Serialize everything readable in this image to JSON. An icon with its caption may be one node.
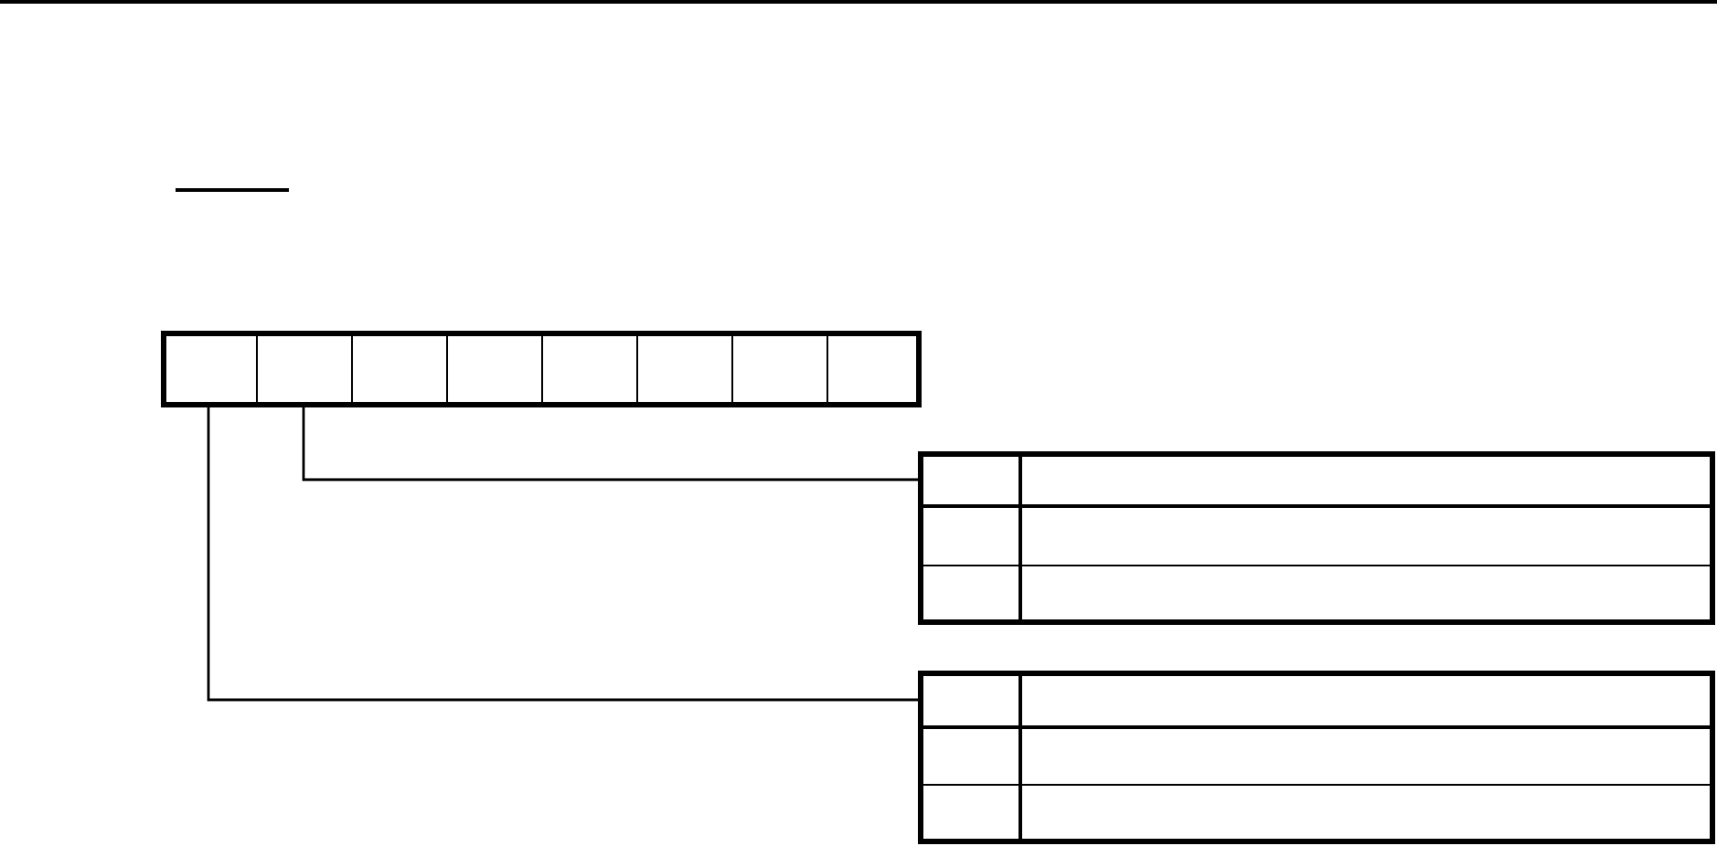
{
  "diagram": {
    "nodes": [
      {
        "text": [],
        "shape": "box"
      },
      {
        "text": [],
        "shape": "box"
      },
      {
        "text": [],
        "shape": "box"
      },
      {
        "text": [],
        "shape": "box"
      },
      {
        "text": [],
        "shape": "box"
      },
      {
        "text": [],
        "shape": "box"
      },
      {
        "text": [],
        "shape": "box"
      },
      {
        "text": [],
        "shape": "box"
      },
      {
        "text": [],
        "shape": "table"
      },
      {
        "text": [],
        "shape": "table"
      }
    ],
    "edges": [
      {
        "from": 1,
        "to": 8,
        "arrow": "none"
      },
      {
        "from": 0,
        "to": 9,
        "arrow": "none"
      }
    ]
  }
}
